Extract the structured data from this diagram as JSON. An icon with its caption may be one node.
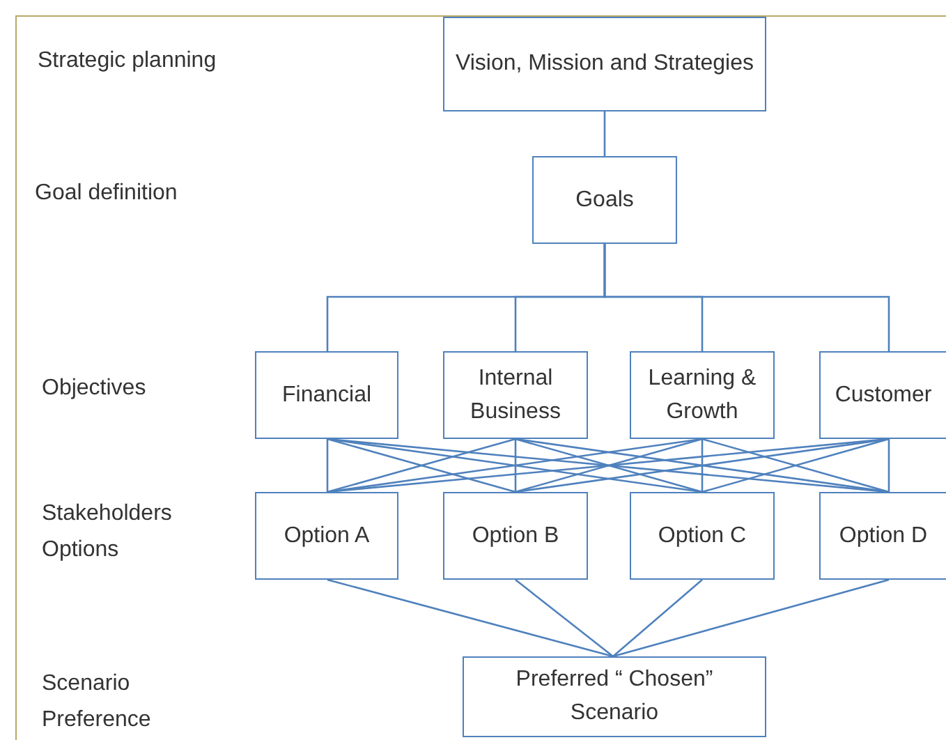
{
  "diagram": {
    "nodes": [
      {
        "text": [
          "Vision, Mission and Strategies"
        ]
      },
      {
        "text": [
          "Goals"
        ]
      },
      {
        "text": [
          "Financial"
        ]
      },
      {
        "text": [
          "Internal Business"
        ]
      },
      {
        "text": [
          "Learning & Growth"
        ]
      },
      {
        "text": [
          "Customer"
        ]
      },
      {
        "text": [
          "Option A"
        ]
      },
      {
        "text": [
          "Option B"
        ]
      },
      {
        "text": [
          "Option C"
        ]
      },
      {
        "text": [
          "Option D"
        ]
      },
      {
        "text": [
          "Preferred “ Chosen” Scenario"
        ]
      }
    ],
    "edges": [
      {
        "from": 0,
        "to": 1,
        "arrow": "none"
      },
      {
        "from": 1,
        "to": 2,
        "arrow": "none"
      },
      {
        "from": 1,
        "to": 3,
        "arrow": "none"
      },
      {
        "from": 1,
        "to": 4,
        "arrow": "none"
      },
      {
        "from": 1,
        "to": 5,
        "arrow": "none"
      },
      {
        "from": 2,
        "to": 6,
        "arrow": "none"
      },
      {
        "from": 2,
        "to": 7,
        "arrow": "none"
      },
      {
        "from": 2,
        "to": 8,
        "arrow": "none"
      },
      {
        "from": 2,
        "to": 9,
        "arrow": "none"
      },
      {
        "from": 3,
        "to": 6,
        "arrow": "none"
      },
      {
        "from": 3,
        "to": 7,
        "arrow": "none"
      },
      {
        "from": 3,
        "to": 8,
        "arrow": "none"
      },
      {
        "from": 3,
        "to": 9,
        "arrow": "none"
      },
      {
        "from": 4,
        "to": 6,
        "arrow": "none"
      },
      {
        "from": 4,
        "to": 7,
        "arrow": "none"
      },
      {
        "from": 4,
        "to": 8,
        "arrow": "none"
      },
      {
        "from": 4,
        "to": 9,
        "arrow": "none"
      },
      {
        "from": 5,
        "to": 6,
        "arrow": "none"
      },
      {
        "from": 5,
        "to": 7,
        "arrow": "none"
      },
      {
        "from": 5,
        "to": 8,
        "arrow": "none"
      },
      {
        "from": 5,
        "to": 9,
        "arrow": "none"
      },
      {
        "from": 6,
        "to": 10,
        "arrow": "none"
      },
      {
        "from": 7,
        "to": 10,
        "arrow": "none"
      },
      {
        "from": 8,
        "to": 10,
        "arrow": "none"
      },
      {
        "from": 9,
        "to": 10,
        "arrow": "none"
      }
    ],
    "labels": [
      "Strategic planning",
      "Goal definition",
      "Objectives",
      "Stakeholders Options",
      "Scenario Preference"
    ]
  }
}
